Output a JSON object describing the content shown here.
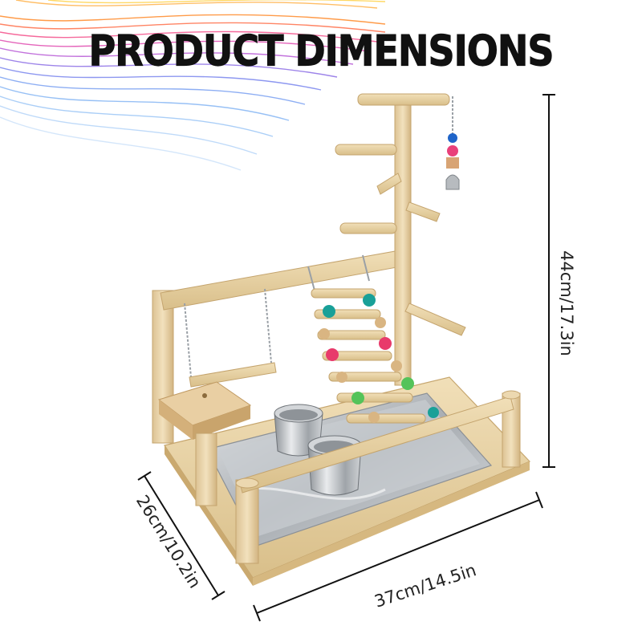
{
  "title": "PRODUCT DIMENSIONS",
  "dimensions": {
    "height": "44cm/17.3in",
    "width": "37cm/14.5in",
    "depth": "26cm/10.2in"
  }
}
